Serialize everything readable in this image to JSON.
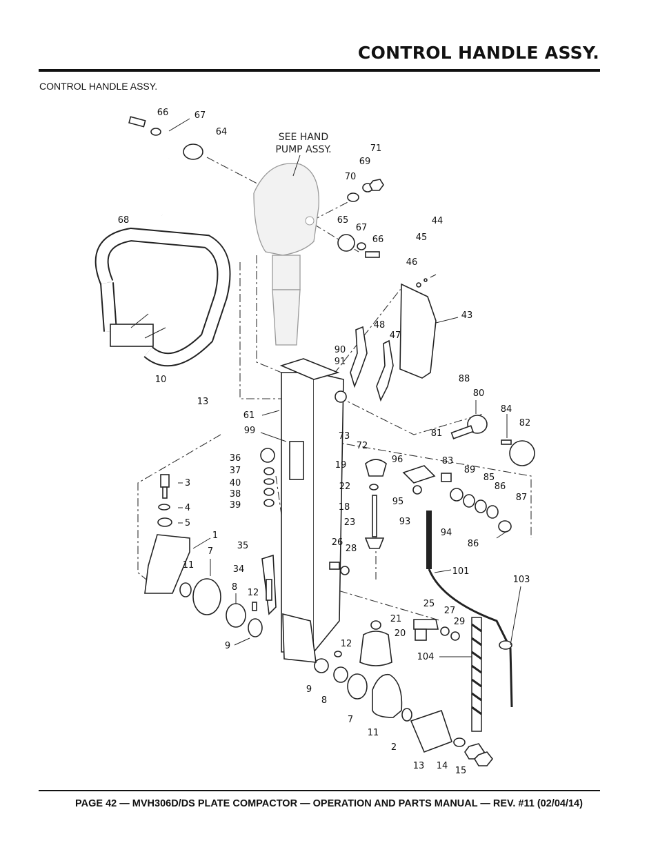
{
  "header": {
    "title": "CONTROL HANDLE ASSY."
  },
  "caption": "CONTROL  HANDLE ASSY.",
  "diagram": {
    "note": [
      "SEE HAND",
      "PUMP ASSY."
    ],
    "callouts": [
      "66",
      "67",
      "64",
      "68",
      "10",
      "13",
      "61",
      "99",
      "36",
      "37",
      "40",
      "38",
      "39",
      "3",
      "4",
      "5",
      "1",
      "7",
      "11",
      "8",
      "12",
      "9",
      "35",
      "34",
      "71",
      "69",
      "70",
      "65",
      "67",
      "66",
      "44",
      "45",
      "46",
      "43",
      "48",
      "47",
      "90",
      "91",
      "88",
      "80",
      "84",
      "82",
      "81",
      "73",
      "72",
      "19",
      "96",
      "83",
      "89",
      "85",
      "86",
      "87",
      "22",
      "95",
      "18",
      "93",
      "94",
      "23",
      "86",
      "26",
      "28",
      "101",
      "103",
      "25",
      "27",
      "29",
      "21",
      "20",
      "104",
      "12",
      "9",
      "8",
      "7",
      "11",
      "2",
      "13",
      "14",
      "15"
    ]
  },
  "footer": {
    "text": "PAGE 42 — MVH306D/DS PLATE COMPACTOR — OPERATION AND PARTS MANUAL — REV. #11 (02/04/14)"
  }
}
